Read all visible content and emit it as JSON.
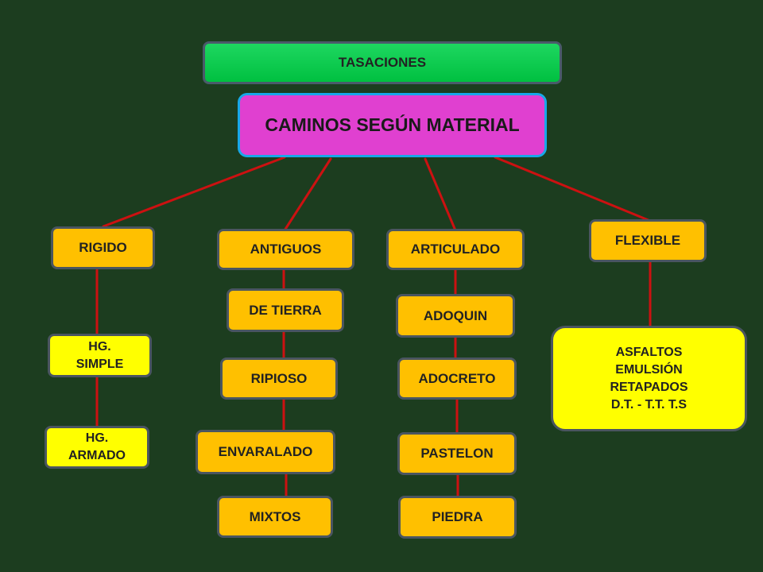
{
  "diagram": {
    "top_title": "TASACIONES",
    "main_title": "CAMINOS SEGÚN MATERIAL",
    "rigido": {
      "label": "RIGIDO",
      "children": [
        "HG.\nSIMPLE",
        "HG.\nARMADO"
      ]
    },
    "antiguos": {
      "label": "ANTIGUOS",
      "children": [
        "DE TIERRA",
        "RIPIOSO",
        "ENVARALADO",
        "MIXTOS"
      ]
    },
    "articulado": {
      "label": "ARTICULADO",
      "children": [
        "ADOQUIN",
        "ADOCRETO",
        "PASTELON",
        "PIEDRA"
      ]
    },
    "flexible": {
      "label": "FLEXIBLE",
      "children": [
        "ASFALTOS\nEMULSIÓN\nRETAPADOS\nD.T. - T.T.   T.S"
      ]
    },
    "colors": {
      "background": "#1c3d1f",
      "connector": "#cc1111",
      "top_box": "#00c040",
      "main_box": "#e040d0",
      "category_box": "#ffc000",
      "leaf_box": "#ffff00"
    }
  }
}
